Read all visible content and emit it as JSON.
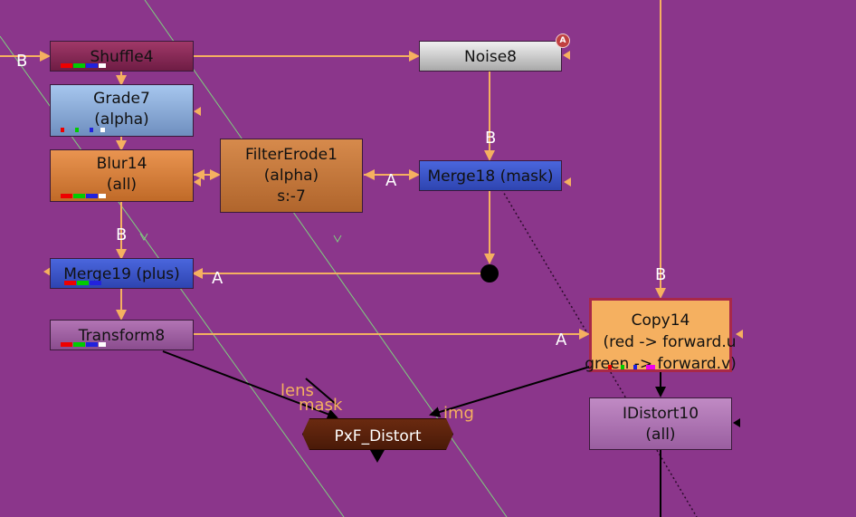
{
  "colors": {
    "background": "#8b368b",
    "pipe": "#f5b060",
    "shuffle": "#8a2a55",
    "grade": "#8fb0dd",
    "blur": "#d98040",
    "filter_erode": "#c87840",
    "noise": "#c8c8c8",
    "merge": "#3a54c8",
    "transform": "#9e5ea0",
    "copy": "#f5b060",
    "idistort": "#a56aaa",
    "pxf": "#5a2210"
  },
  "nodes": {
    "shuffle4": {
      "label": "Shuffle4"
    },
    "grade7": {
      "label": "Grade7",
      "sub": "(alpha)"
    },
    "blur14": {
      "label": "Blur14",
      "sub": "(all)"
    },
    "filter_erode1": {
      "label": "FilterErode1",
      "sub": "(alpha)",
      "sub2": "s:-7"
    },
    "noise8": {
      "label": "Noise8",
      "badge": "A"
    },
    "merge18": {
      "label": "Merge18 (mask)"
    },
    "merge19": {
      "label": "Merge19 (plus)"
    },
    "transform8": {
      "label": "Transform8"
    },
    "copy14": {
      "label": "Copy14",
      "sub": "(red -> forward.u",
      "sub2": "green -> forward.v)"
    },
    "idistort10": {
      "label": "IDistort10",
      "sub": "(all)"
    },
    "pxf_distort": {
      "label": "PxF_Distort"
    }
  },
  "input_labels": {
    "shuffle_b": "B",
    "merge18_a": "A",
    "merge18_b": "B",
    "merge19_a": "A",
    "merge19_b": "B",
    "copy14_a": "A",
    "copy14_b": "B",
    "pxf_lens": "lens",
    "pxf_mask": "mask",
    "pxf_img": "img"
  }
}
